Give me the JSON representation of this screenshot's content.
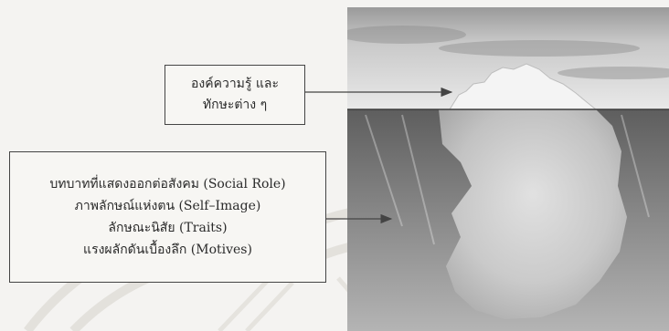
{
  "diagram": {
    "top_label": {
      "lines": [
        "องค์ความรู้ และ",
        "ทักษะต่าง ๆ"
      ]
    },
    "bottom_label": {
      "lines": [
        "บทบาทที่แสดงออกต่อสังคม (Social Role)",
        "ภาพลักษณ์แห่งตน (Self–Image)",
        "ลักษณะนิสัย (Traits)",
        "แรงผลักดันเบื้องลึก (Motives)"
      ]
    }
  }
}
